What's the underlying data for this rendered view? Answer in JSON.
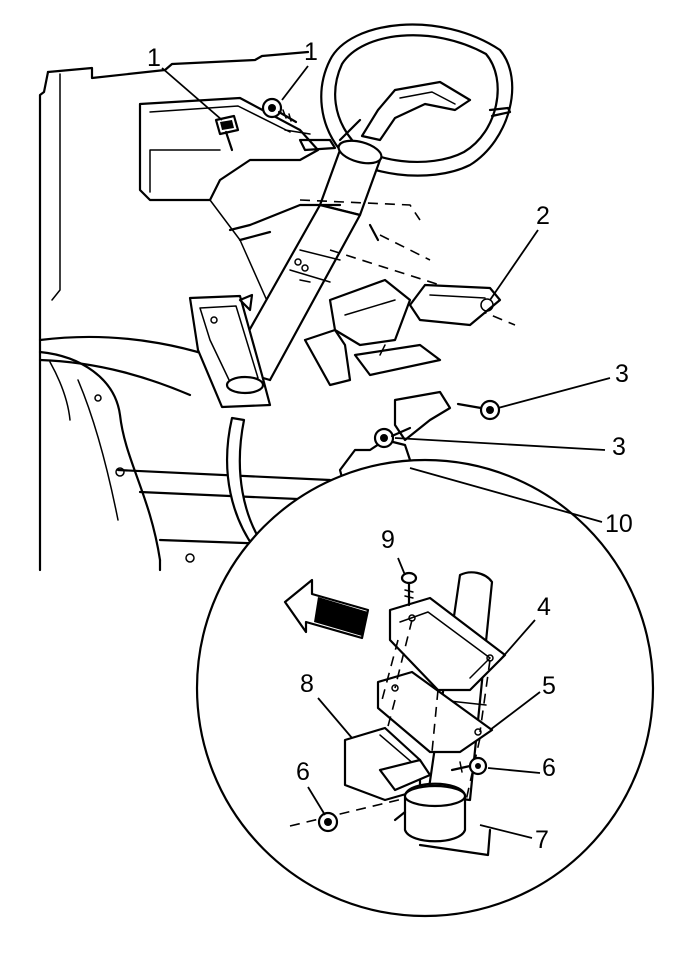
{
  "callouts": [
    {
      "id": "c1a",
      "label": "1"
    },
    {
      "id": "c1b",
      "label": "1"
    },
    {
      "id": "c2",
      "label": "2"
    },
    {
      "id": "c3a",
      "label": "3"
    },
    {
      "id": "c3b",
      "label": "3"
    },
    {
      "id": "c10",
      "label": "10"
    },
    {
      "id": "c9",
      "label": "9"
    },
    {
      "id": "c4",
      "label": "4"
    },
    {
      "id": "c5",
      "label": "5"
    },
    {
      "id": "c8",
      "label": "8"
    },
    {
      "id": "c6a",
      "label": "6"
    },
    {
      "id": "c6b",
      "label": "6"
    },
    {
      "id": "c7",
      "label": "7"
    }
  ],
  "colors": {
    "ink": "#000000",
    "paper": "#ffffff"
  }
}
